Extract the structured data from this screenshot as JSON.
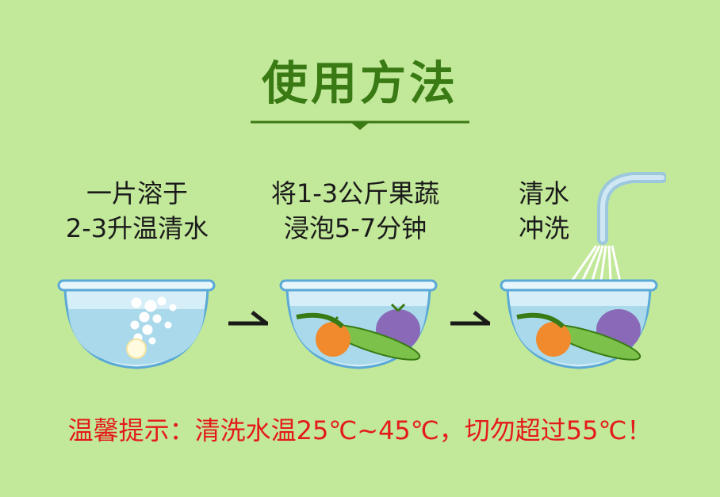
{
  "title": "使用方法",
  "steps": [
    {
      "line1": "一片溶于",
      "line2": "2-3升温清水"
    },
    {
      "line1": "将1-3公斤果蔬",
      "line2": "浸泡5-7分钟"
    },
    {
      "line1": "清水",
      "line2": "冲洗"
    }
  ],
  "tip": "温馨提示：清洗水温25℃~45℃，切勿超过55℃！",
  "colors": {
    "background": "#c2e89a",
    "title": "#3a7a14",
    "tip": "#e41a1a",
    "water": "#a9d9ea"
  },
  "icons": [
    "bowl-tablet-bubbles-icon",
    "arrow-right-icon",
    "bowl-vegetables-icon",
    "arrow-right-icon",
    "bowl-rinse-icon"
  ]
}
